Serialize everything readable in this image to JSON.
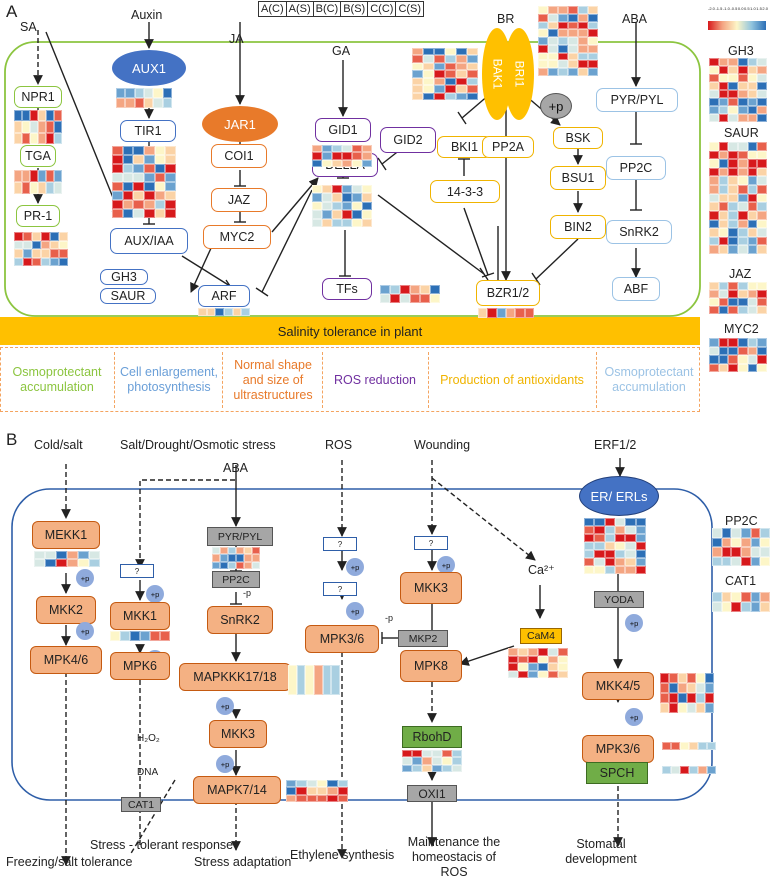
{
  "panel_a": {
    "label": "A",
    "signals": {
      "sa": "SA",
      "auxin": "Auxin",
      "ja": "JA",
      "ga": "GA",
      "br": "BR",
      "aba": "ABA"
    },
    "sample_header": [
      "A(C)",
      "A(S)",
      "B(C)",
      "B(S)",
      "C(C)",
      "C(S)"
    ],
    "color_scale_ticks": [
      "-2.0",
      "-1.5",
      "-1.0",
      "-0.5",
      "0.0",
      "0.5",
      "1.0",
      "1.5",
      "2.0"
    ],
    "nodes": {
      "npr1": "NPR1",
      "tga": "TGA",
      "pr1": "PR-1",
      "aux1": "AUX1",
      "tir1": "TIR1",
      "aux_iaa": "AUX/IAA",
      "gh3": "GH3",
      "saur": "SAUR",
      "arf": "ARF",
      "jar1": "JAR1",
      "coi1": "COI1",
      "jaz": "JAZ",
      "myc2": "MYC2",
      "gid1": "GID1",
      "gid2": "GID2",
      "della": "DELLA",
      "tfs": "TFs",
      "bak1": "BAK1",
      "bri1": "BRI1",
      "bki1": "BKI1",
      "pp2a": "PP2A",
      "bsk": "BSK",
      "bsu1": "BSU1",
      "p1433": "14-3-3",
      "bin2": "BIN2",
      "bzr": "BZR1/2",
      "plus_p": "+p",
      "pyr": "PYR/PYL",
      "pp2c": "PP2C",
      "snrk2": "SnRK2",
      "abf": "ABF"
    },
    "side_labels": [
      "GH3",
      "SAUR",
      "JAZ",
      "MYC2"
    ],
    "banner": "Salinity tolerance in plant",
    "outcomes": [
      {
        "text": "Osmoprotectant accumulation",
        "color": "#8cc540"
      },
      {
        "text": "Cell enlargement, photosynthesis",
        "color": "#6a9fd8"
      },
      {
        "text": "Normal shape and size of ultrastructures",
        "color": "#e87a2a"
      },
      {
        "text": "ROS reduction",
        "color": "#7030a0"
      },
      {
        "text": "Production of antioxidants",
        "color": "#f0b400"
      },
      {
        "text": "Osmoprotectant accumulation",
        "color": "#9cc3e5"
      }
    ]
  },
  "panel_b": {
    "label": "B",
    "signals": {
      "cold": "Cold/salt",
      "stress": "Salt/Drought/Osmotic stress",
      "aba": "ABA",
      "ros": "ROS",
      "wound": "Wounding",
      "erf": "ERF1/2"
    },
    "nodes": {
      "mekk1": "MEKK1",
      "mkk2": "MKK2",
      "mpk46": "MPK4/6",
      "q": "?",
      "mkk1": "MKK1",
      "mpk6": "MPK6",
      "pyr": "PYR/PYL",
      "pp2c": "PP2C",
      "minus_p": "-p",
      "snrk2": "SnRK2",
      "mapkkk": "MAPKKK17/18",
      "mkk3": "MKK3",
      "mapk714": "MAPK7/14",
      "mpk36": "MPK3/6",
      "mkp2": "MKP2",
      "mkk3b": "MKK3",
      "mpk8": "MPK8",
      "cam4": "CaM4",
      "ca": "Ca²⁺",
      "rbohd": "RbohD",
      "oxi1": "OXI1",
      "er": "ER/ ERLs",
      "yoda": "YODA",
      "mkk45": "MKK4/5",
      "mpk36b": "MPK3/6",
      "spch": "SPCH",
      "h2o2": "H₂O₂",
      "dna": "DNA",
      "cat1": "CAT1",
      "plus_p": "+p"
    },
    "side_labels": [
      "PP2C",
      "CAT1"
    ],
    "outcomes": {
      "freezing": "Freezing/salt tolerance",
      "stress_tolerant": "Stress - tolerant response",
      "adaptation": "Stress adaptation",
      "ethylene": "Ethylene synthesis",
      "homeostasis": "Maintenance the homeostacis of ROS",
      "stomatal": "Stomatal development"
    }
  }
}
